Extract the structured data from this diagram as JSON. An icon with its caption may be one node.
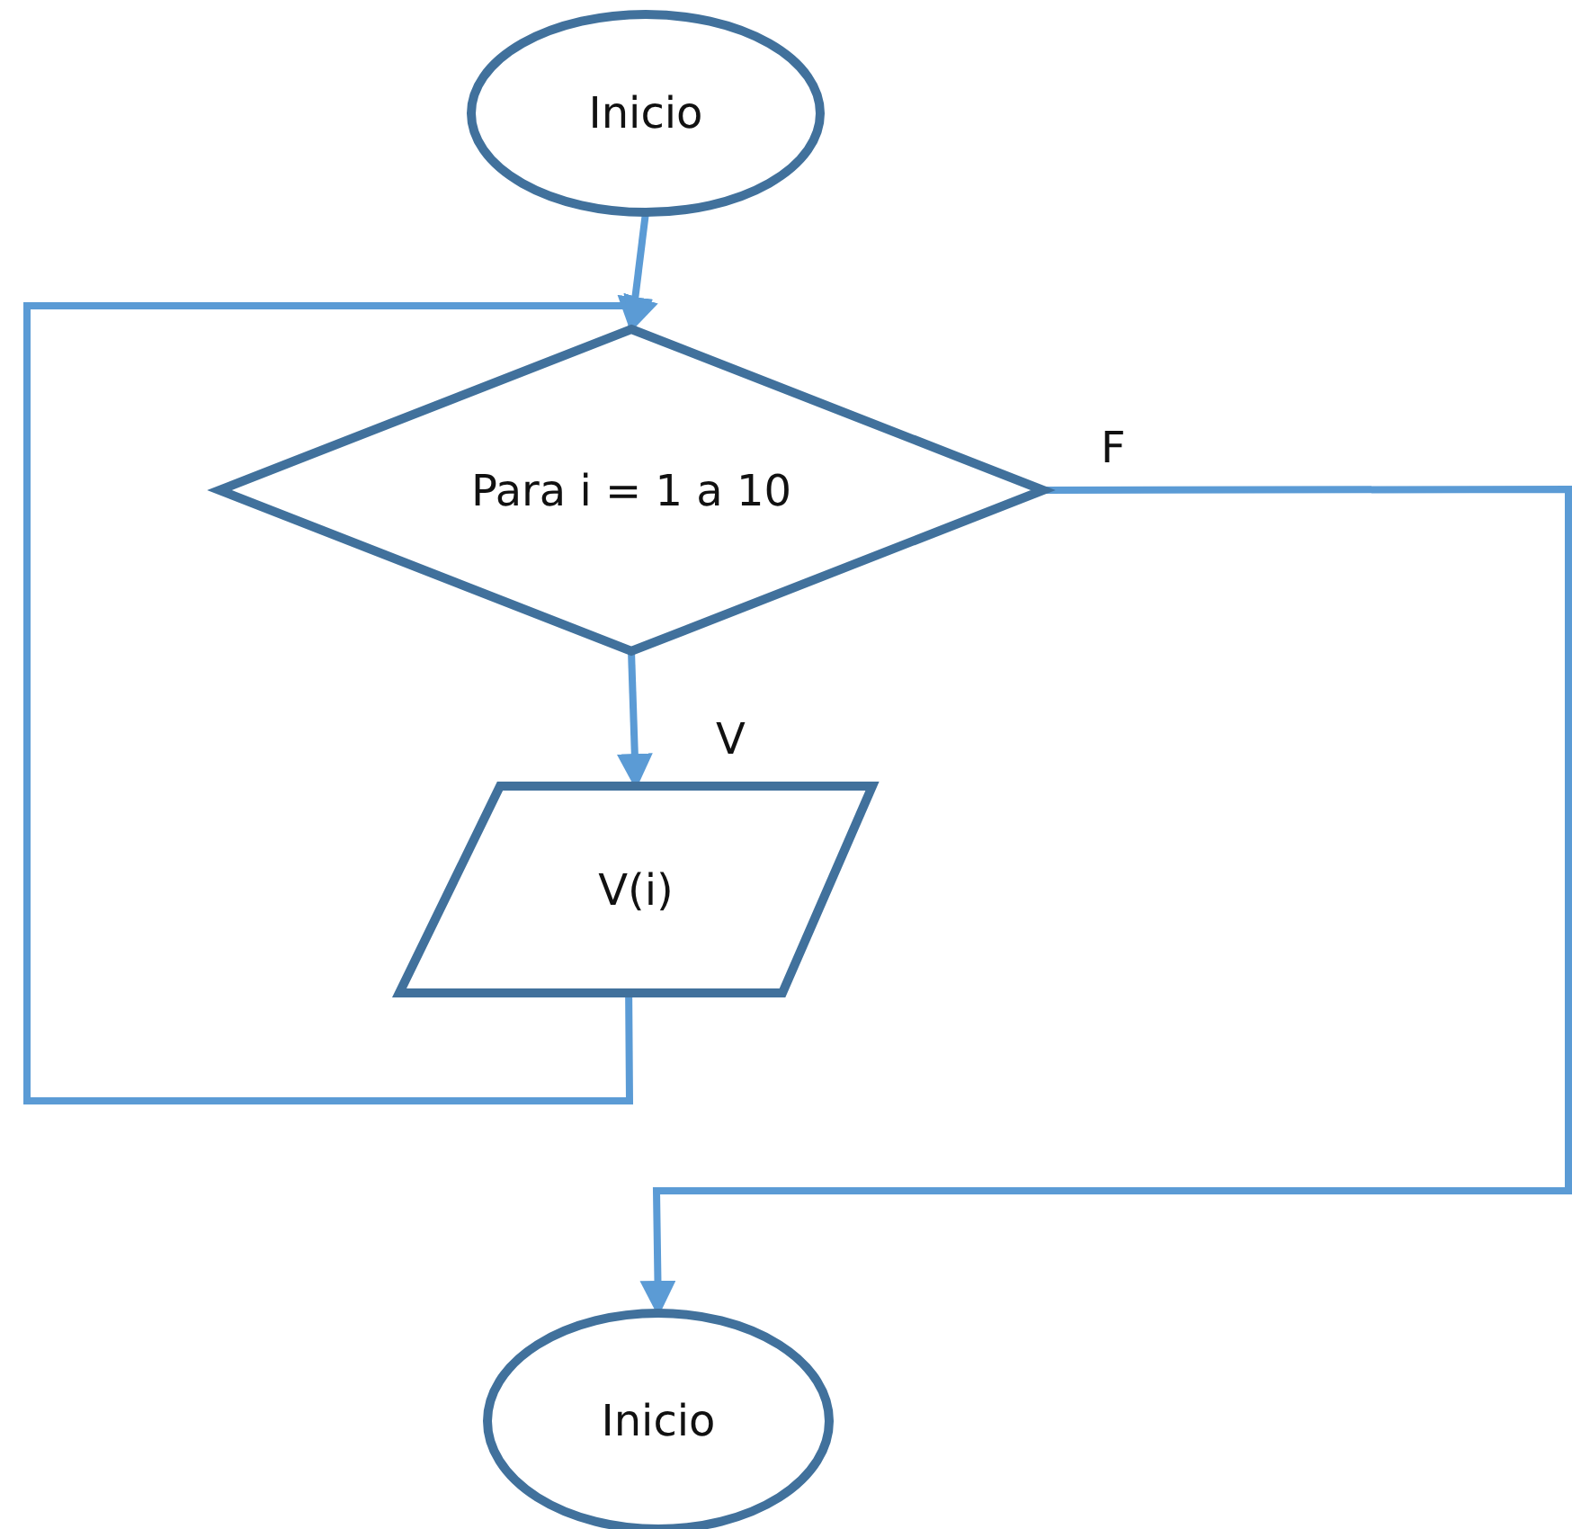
{
  "diagram": {
    "nodes": [
      {
        "text": [
          "Inicio"
        ]
      },
      {
        "text": [
          "Para i = 1 a 10"
        ]
      },
      {
        "text": [
          "V(i)"
        ]
      },
      {
        "text": [
          "Inicio"
        ]
      }
    ],
    "edges": [
      {
        "from": 0,
        "to": 1,
        "arrow": "to"
      },
      {
        "from": 1,
        "to": 2,
        "arrow": "to",
        "label": "V"
      },
      {
        "from": 2,
        "to": 1,
        "arrow": "to"
      },
      {
        "from": 1,
        "to": 3,
        "arrow": "to",
        "label": "F"
      }
    ]
  }
}
